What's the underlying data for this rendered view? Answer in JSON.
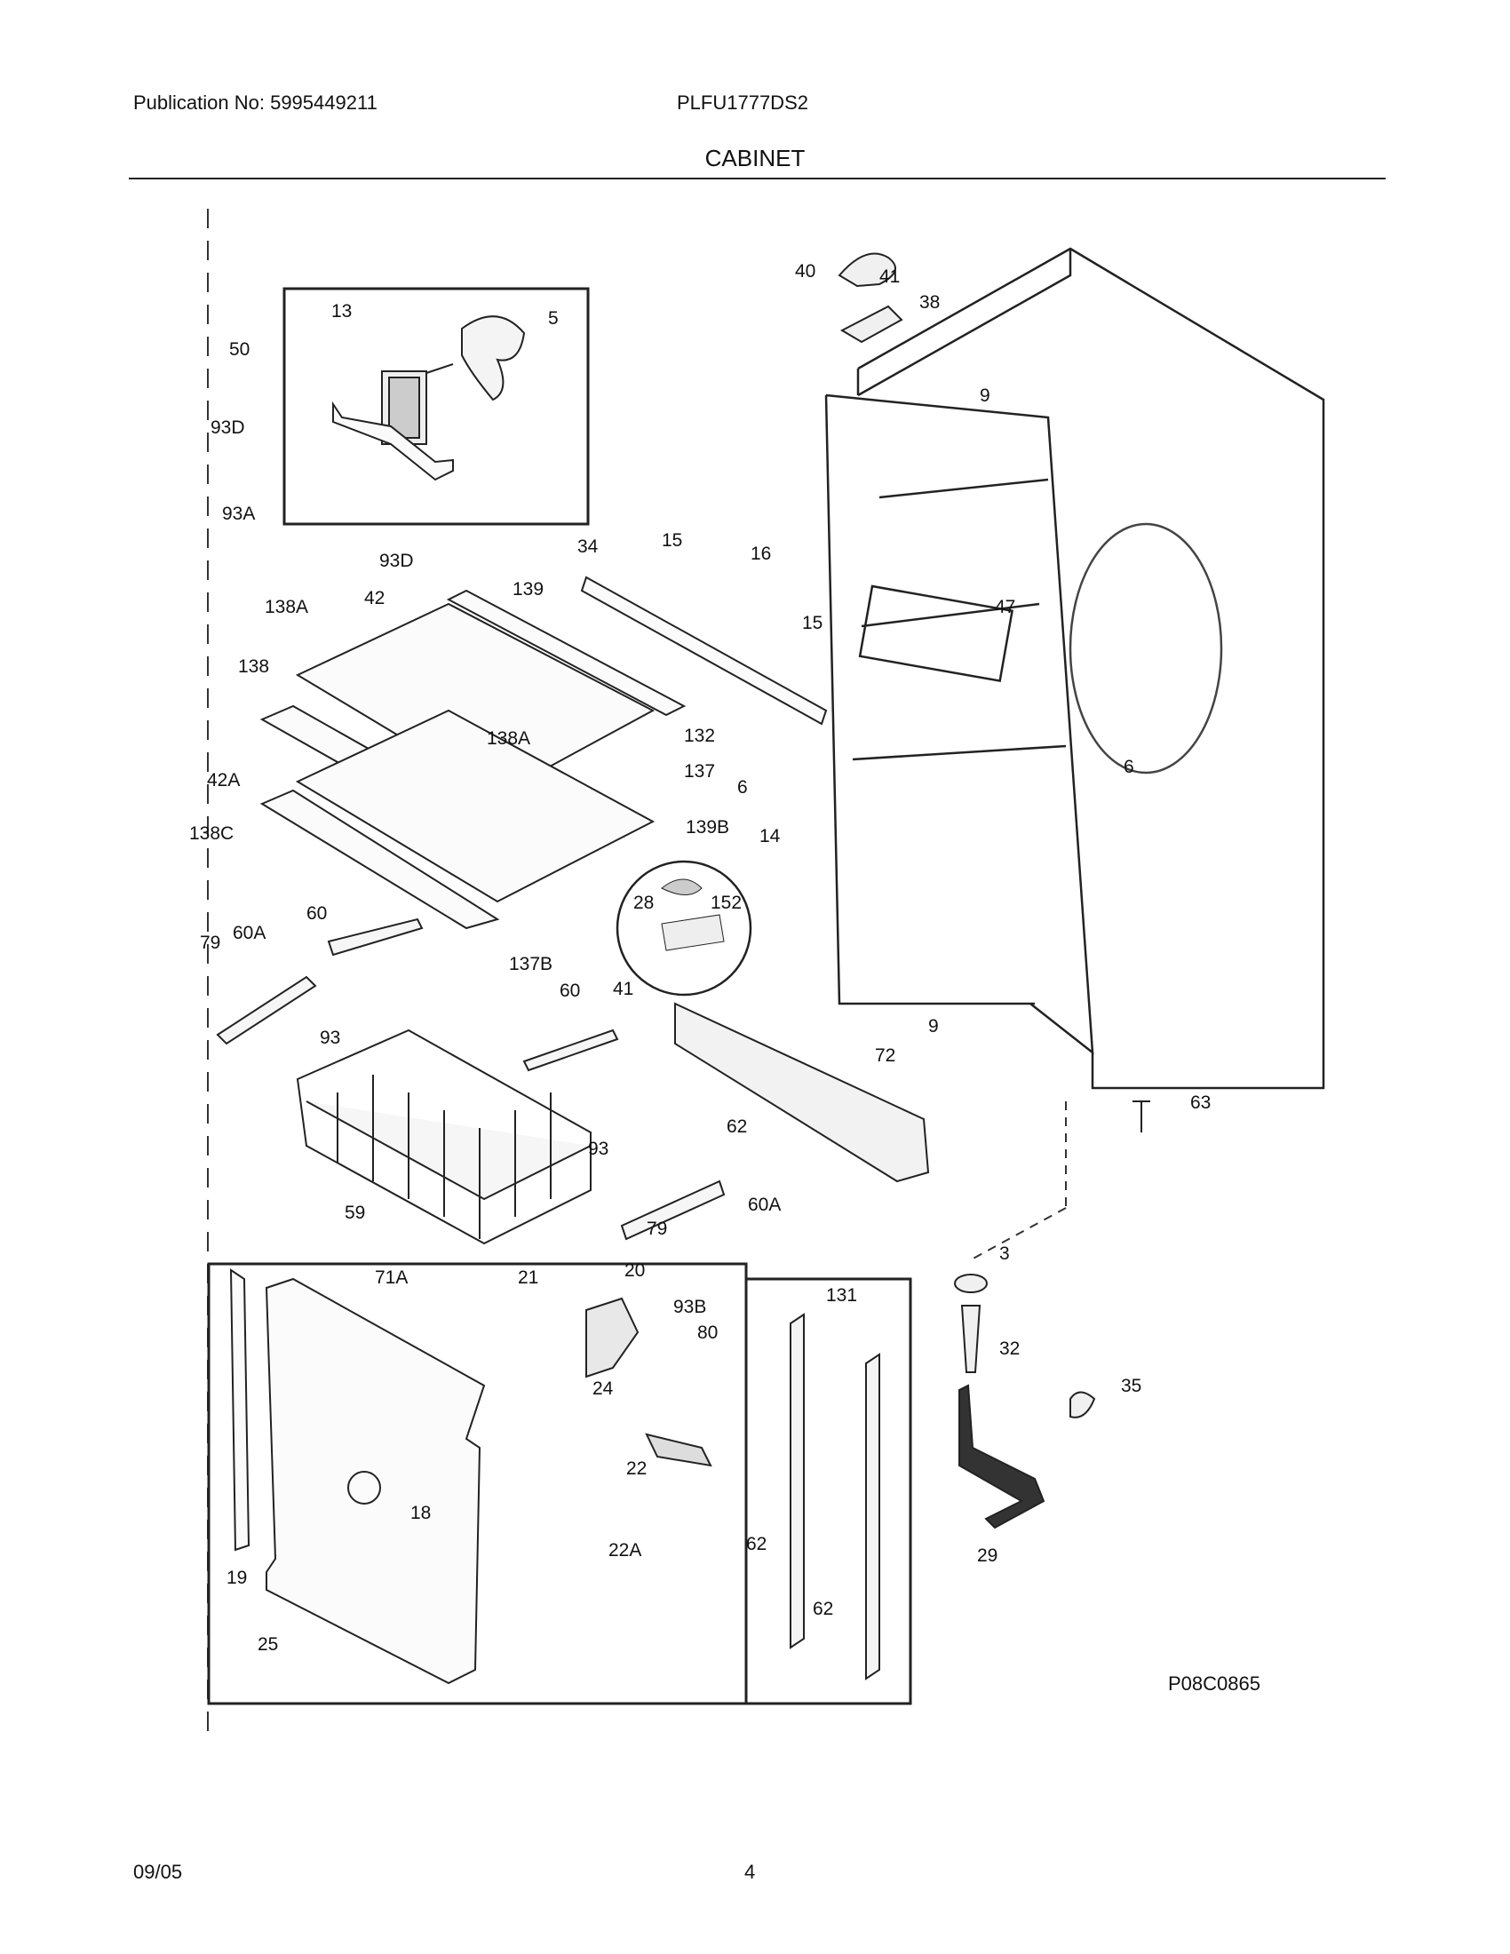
{
  "header": {
    "publication": "Publication No: 5995449211",
    "model": "PLFU1777DS2",
    "title": "CABINET"
  },
  "drawing_code": "P08C0865",
  "footer": {
    "date": "09/05",
    "page": "4"
  },
  "callouts": [
    "40",
    "41",
    "38",
    "13",
    "5",
    "50",
    "93D",
    "93A",
    "93D",
    "9",
    "34",
    "15",
    "16",
    "15",
    "47",
    "138A",
    "42",
    "139",
    "138",
    "138A",
    "132",
    "137",
    "42A",
    "6",
    "6",
    "138C",
    "139B",
    "14",
    "28",
    "152",
    "60",
    "60A",
    "79",
    "137B",
    "41",
    "9",
    "60",
    "93",
    "72",
    "63",
    "62",
    "93",
    "60A",
    "59",
    "79",
    "3",
    "71A",
    "21",
    "20",
    "93B",
    "80",
    "131",
    "24",
    "32",
    "35",
    "22",
    "18",
    "62",
    "22A",
    "19",
    "62",
    "29",
    "25"
  ]
}
